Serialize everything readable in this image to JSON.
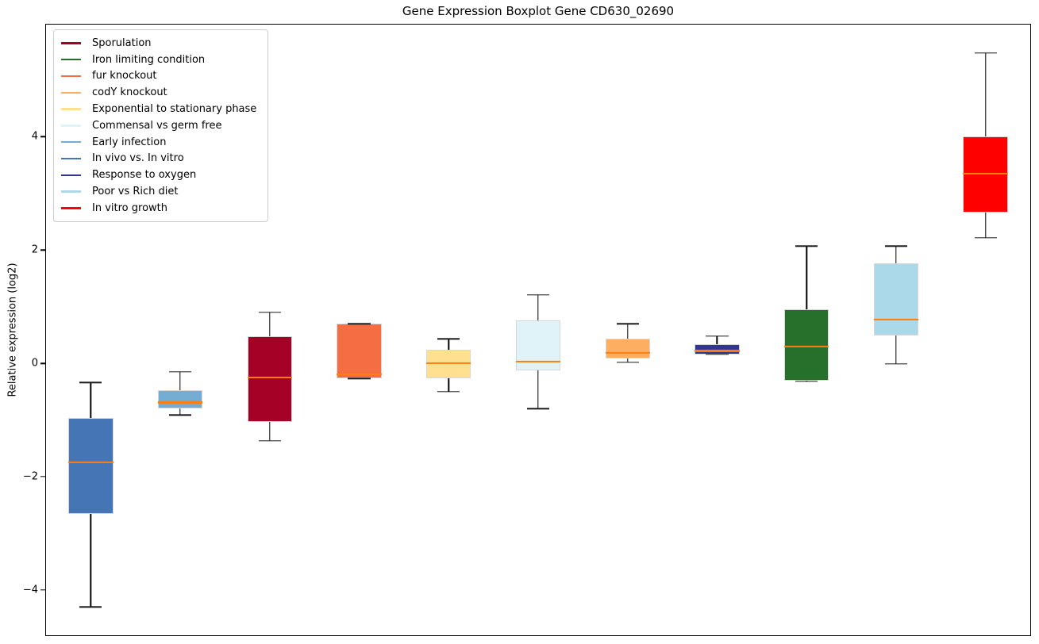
{
  "chart_data": {
    "type": "boxplot",
    "title": "Gene Expression Boxplot Gene CD630_02690",
    "xlabel": "",
    "ylabel": "Relative expression (log2)",
    "ylim": [
      -4.8,
      5.98
    ],
    "yticks": [
      4,
      2,
      0,
      -2,
      -4
    ],
    "grid": false,
    "legend_position": "upper left",
    "median_color": "#ff7f0e",
    "whisker_color": "#000000",
    "box_edge_color": "#d8d8d8",
    "box_width_frac": 0.5,
    "legend": [
      {
        "label": "Sporulation",
        "color": "#A50026"
      },
      {
        "label": "Iron limiting condition",
        "color": "#26702C"
      },
      {
        "label": "fur knockout",
        "color": "#F46D43"
      },
      {
        "label": "codY knockout",
        "color": "#FDAE61"
      },
      {
        "label": "Exponential to stationary phase",
        "color": "#FEE090"
      },
      {
        "label": "Commensal vs germ free",
        "color": "#E0F3F8"
      },
      {
        "label": "Early infection",
        "color": "#74ADD1"
      },
      {
        "label": "In vivo vs. In vitro",
        "color": "#4575B4"
      },
      {
        "label": "Response to oxygen",
        "color": "#313695"
      },
      {
        "label": "Poor vs Rich diet",
        "color": "#ABD9E9"
      },
      {
        "label": "In vitro growth",
        "color": "#FF0000"
      }
    ],
    "boxes": [
      {
        "condition": "In vivo vs. In vitro",
        "color": "#4575B4",
        "whislo": -4.3,
        "q1": -2.66,
        "med": -1.75,
        "q3": -0.97,
        "whishi": -0.34
      },
      {
        "condition": "Early infection",
        "color": "#74ADD1",
        "whislo": -0.91,
        "q1": -0.8,
        "med": -0.69,
        "q3": -0.48,
        "whishi": -0.15
      },
      {
        "condition": "Sporulation",
        "color": "#A50026",
        "whislo": -1.37,
        "q1": -1.04,
        "med": -0.25,
        "q3": 0.48,
        "whishi": 0.9
      },
      {
        "condition": "fur knockout",
        "color": "#F46D43",
        "whislo": -0.27,
        "q1": -0.27,
        "med": -0.19,
        "q3": 0.7,
        "whishi": 0.7
      },
      {
        "condition": "Exponential to stationary phase",
        "color": "#FEE090",
        "whislo": -0.5,
        "q1": -0.26,
        "med": 0.0,
        "q3": 0.24,
        "whishi": 0.43
      },
      {
        "condition": "Commensal vs germ free",
        "color": "#E0F3F8",
        "whislo": -0.8,
        "q1": -0.13,
        "med": 0.03,
        "q3": 0.76,
        "whishi": 1.21
      },
      {
        "condition": "codY knockout",
        "color": "#FDAE61",
        "whislo": 0.02,
        "q1": 0.08,
        "med": 0.19,
        "q3": 0.43,
        "whishi": 0.7
      },
      {
        "condition": "Response to oxygen",
        "color": "#313695",
        "whislo": 0.16,
        "q1": 0.16,
        "med": 0.22,
        "q3": 0.34,
        "whishi": 0.48
      },
      {
        "condition": "Iron limiting condition",
        "color": "#26702C",
        "whislo": -0.32,
        "q1": -0.31,
        "med": 0.3,
        "q3": 0.96,
        "whishi": 2.07
      },
      {
        "condition": "Poor vs Rich diet",
        "color": "#ABD9E9",
        "whislo": -0.01,
        "q1": 0.49,
        "med": 0.77,
        "q3": 1.77,
        "whishi": 2.07
      },
      {
        "condition": "In vitro growth",
        "color": "#FF0000",
        "whislo": 2.22,
        "q1": 2.66,
        "med": 3.35,
        "q3": 4.01,
        "whishi": 5.48
      }
    ]
  }
}
